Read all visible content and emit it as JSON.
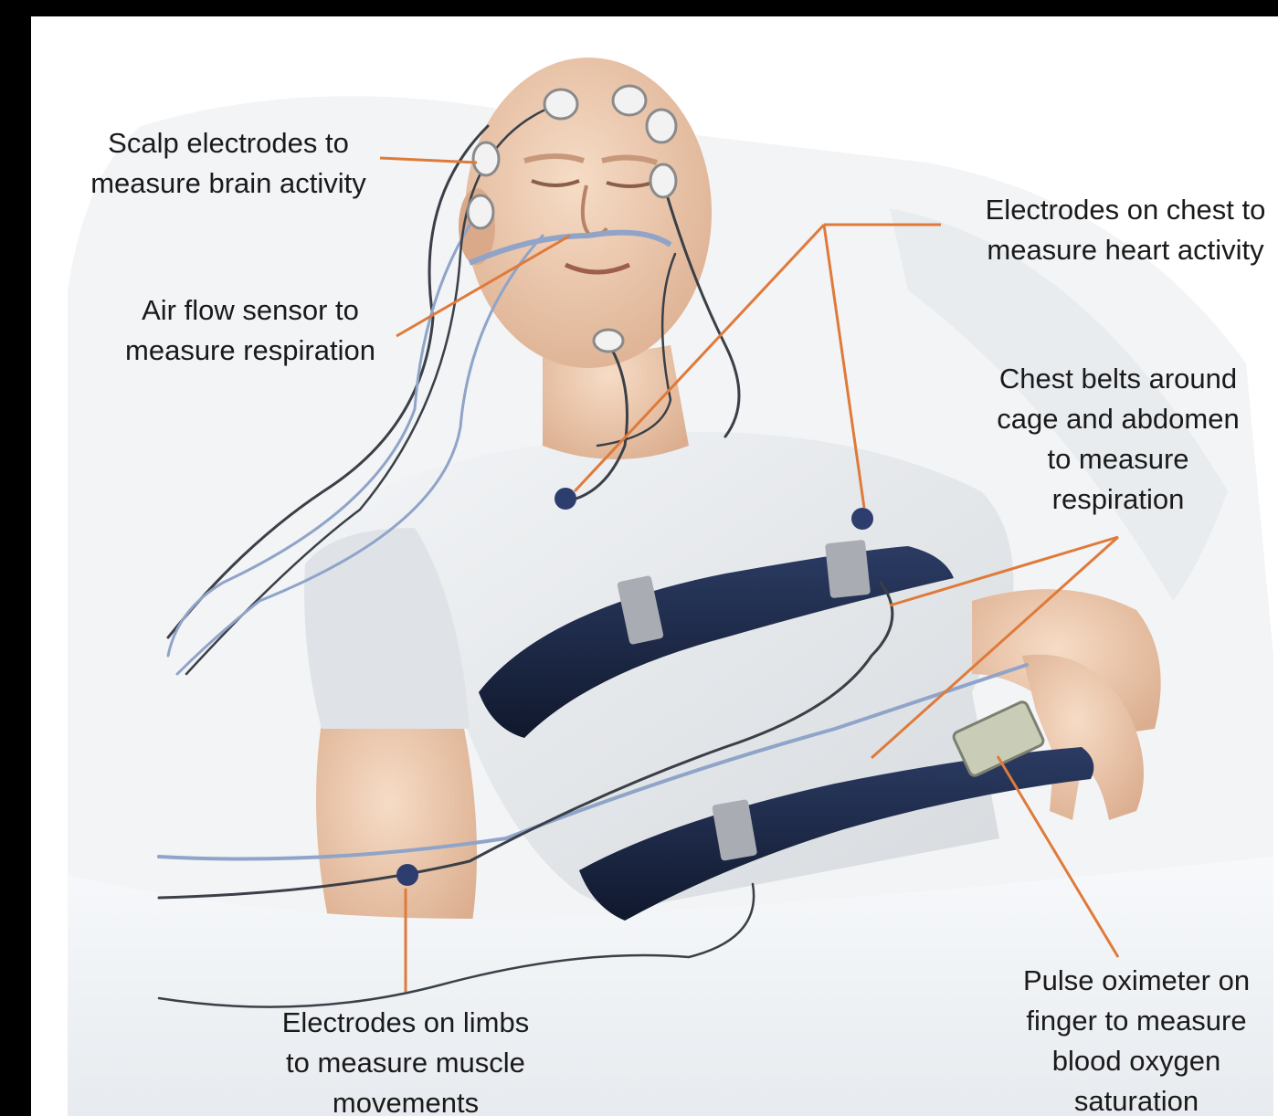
{
  "colors": {
    "leader_line": "#e07a3a",
    "belt": "#1c2a4a",
    "sensor_dot": "#2d3e6e",
    "skin": "#eec9ad",
    "shirt": "#e8ebee",
    "sheet": "#f4f6f8",
    "wire_blue": "#8fa4c8",
    "wire_dark": "#3b3f47"
  },
  "labels": {
    "scalp": [
      "Scalp electrodes to",
      "measure brain activity"
    ],
    "airflow": [
      "Air flow sensor to",
      "measure respiration"
    ],
    "chest_electrodes": [
      "Electrodes on chest to",
      "measure heart activity"
    ],
    "chest_belts": [
      "Chest belts around",
      "cage and abdomen",
      "to measure",
      "respiration"
    ],
    "limbs": [
      "Electrodes on limbs",
      "to measure muscle",
      "movements"
    ],
    "oximeter": [
      "Pulse oximeter on",
      "finger to measure",
      "blood oxygen",
      "saturation"
    ]
  }
}
